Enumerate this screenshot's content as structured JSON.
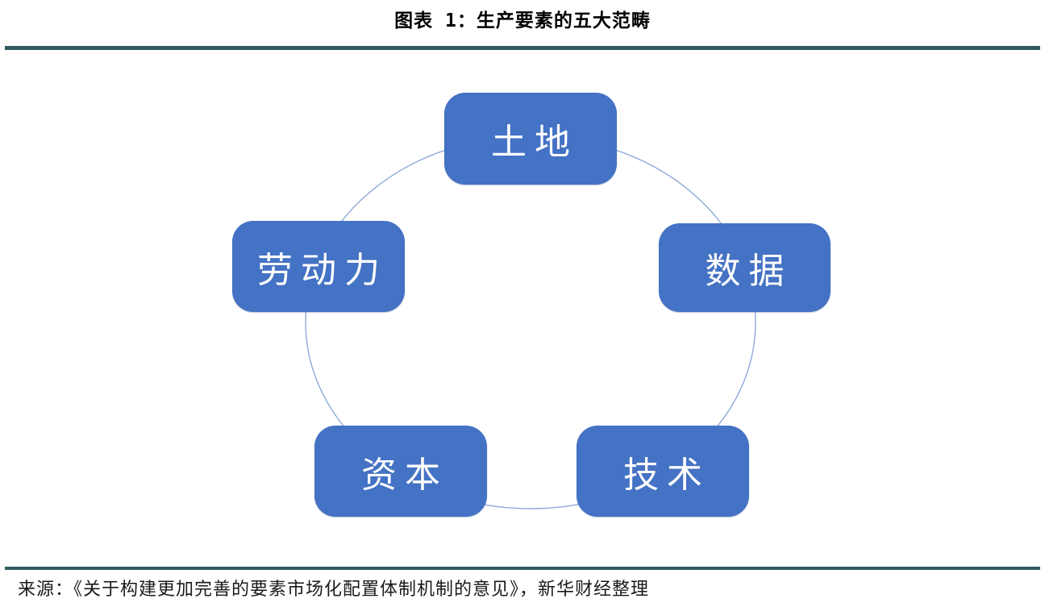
{
  "header": {
    "title": "图表 1：生产要素的五大范畴"
  },
  "diagram": {
    "nodes": [
      {
        "id": "land",
        "label": "土地"
      },
      {
        "id": "data",
        "label": "数据"
      },
      {
        "id": "technology",
        "label": "技术"
      },
      {
        "id": "capital",
        "label": "资本"
      },
      {
        "id": "labor",
        "label": "劳动力"
      }
    ]
  },
  "footer": {
    "source": "来源：《关于构建更加完善的要素市场化配置体制机制的意见》，新华财经整理"
  },
  "colors": {
    "node_fill": "#4472C4",
    "node_text": "#FFFFFF",
    "ring_stroke": "#8FAADC",
    "divider": "#315A60",
    "title_text": "#000000",
    "source_text": "#1A1A1A"
  }
}
